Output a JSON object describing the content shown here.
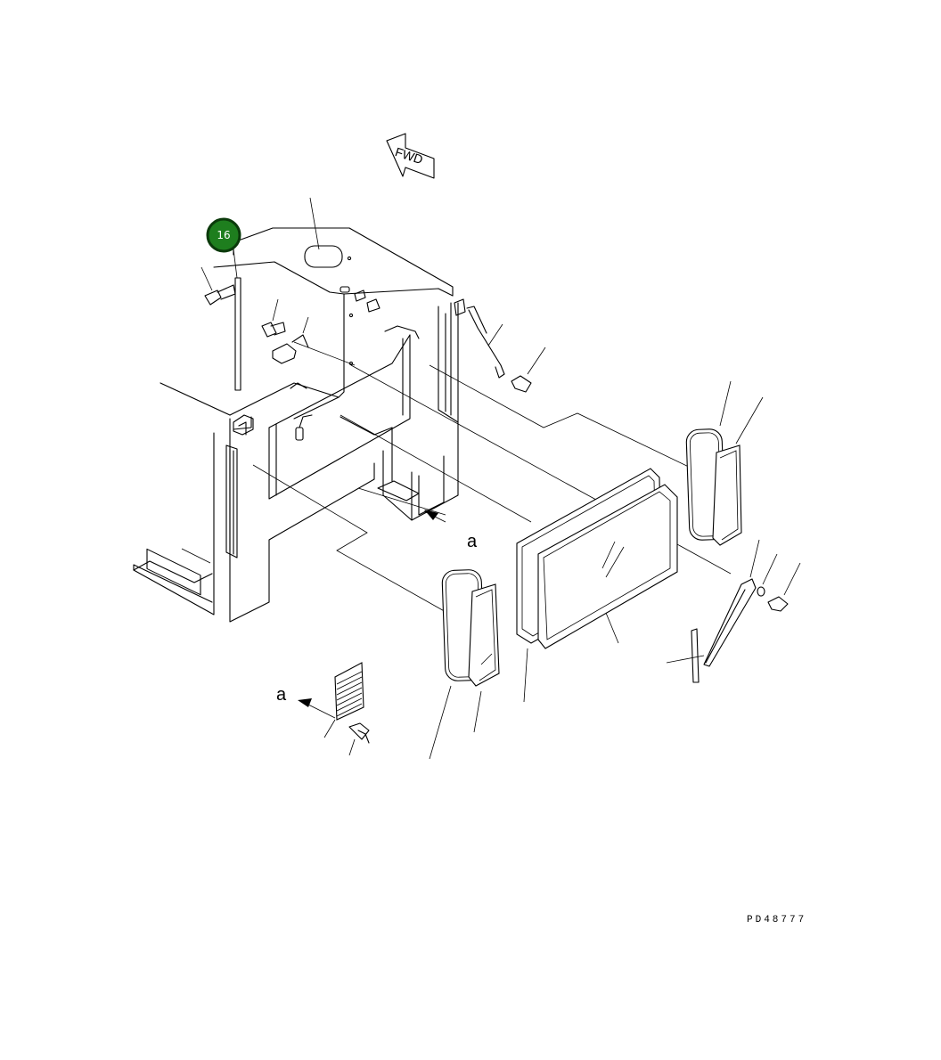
{
  "diagram": {
    "fwd_label": "FWD",
    "callout": {
      "number": "16",
      "color": "#1e7e1e"
    },
    "view_labels": [
      "a",
      "a"
    ],
    "drawing_code": "PD48777"
  }
}
